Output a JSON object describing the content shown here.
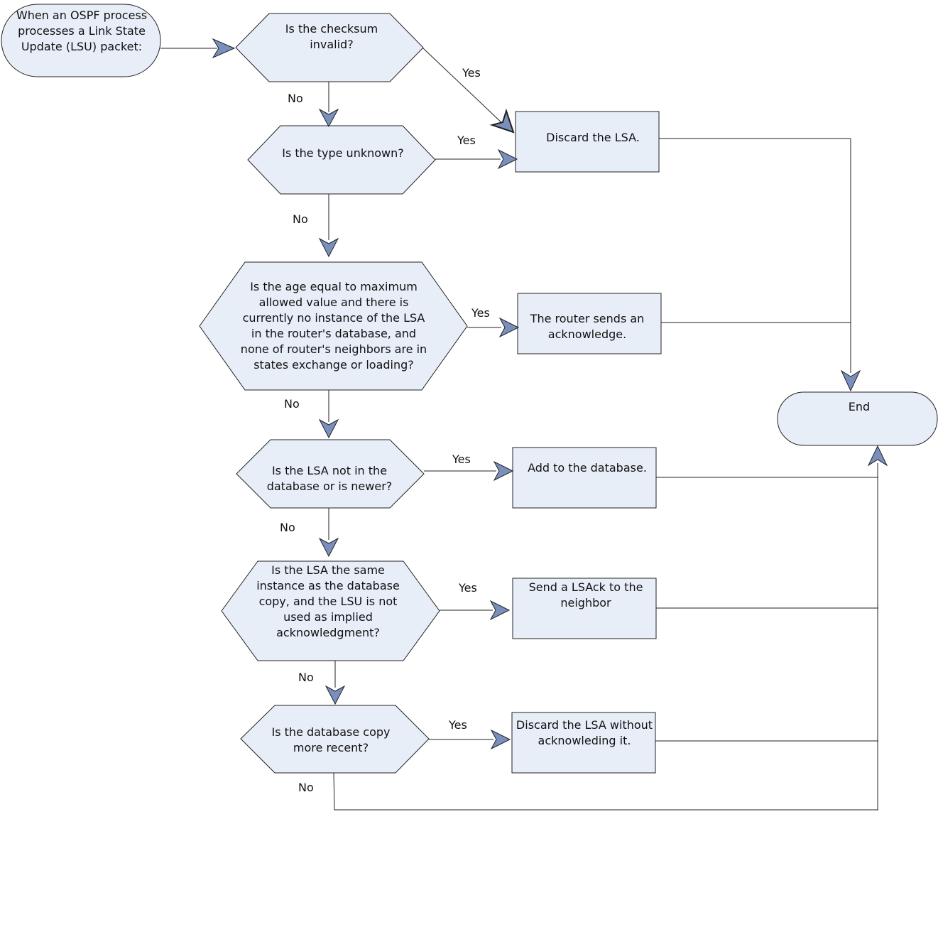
{
  "nodes": {
    "start": {
      "lines": [
        "When an OSPF process",
        "processes a Link State",
        "Update (LSU) packet:"
      ]
    },
    "q_checksum": {
      "lines": [
        "Is the checksum",
        "invalid?"
      ]
    },
    "q_type": {
      "lines": [
        "Is the type unknown?"
      ]
    },
    "q_age": {
      "lines": [
        "Is the age equal to maximum",
        "allowed value and there is",
        "currently no instance of the LSA",
        "in the router's database, and",
        "none of router's neighbors are in",
        "states exchange or loading?"
      ]
    },
    "q_newer": {
      "lines": [
        "Is the LSA not in the",
        "database or is newer?"
      ]
    },
    "q_same": {
      "lines": [
        "Is the LSA the same",
        "instance as the database",
        "copy, and the LSU is not",
        "used as implied",
        "acknowledgment?"
      ]
    },
    "q_recent": {
      "lines": [
        "Is the database copy",
        "more recent?"
      ]
    },
    "a_discard": {
      "lines": [
        "Discard the LSA."
      ]
    },
    "a_ack": {
      "lines": [
        "The router sends an",
        "acknowledge."
      ]
    },
    "a_add": {
      "lines": [
        "Add to the database."
      ]
    },
    "a_lsack": {
      "lines": [
        "Send a LSAck to the",
        "neighbor"
      ]
    },
    "a_discard_noack": {
      "lines": [
        "Discard the LSA without",
        "acknowleding it."
      ]
    },
    "end": {
      "lines": [
        "End"
      ]
    }
  },
  "edge_labels": {
    "yes": "Yes",
    "no": "No"
  }
}
